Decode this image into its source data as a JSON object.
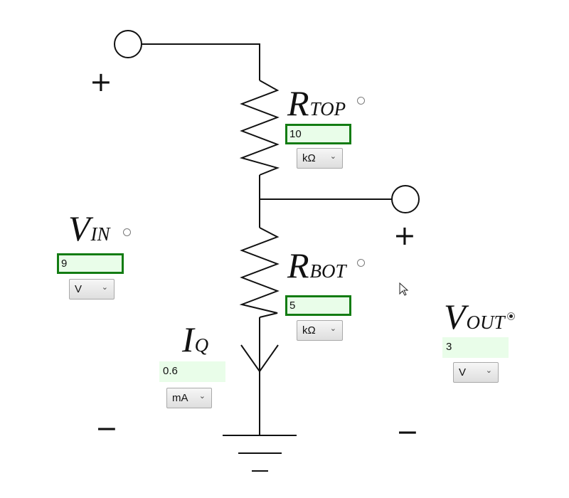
{
  "rtop": {
    "symbol": "R",
    "subscript": "TOP",
    "value": "10",
    "unit": "kΩ",
    "selected": false
  },
  "rbot": {
    "symbol": "R",
    "subscript": "BOT",
    "value": "5",
    "unit": "kΩ",
    "selected": false
  },
  "vin": {
    "symbol": "V",
    "subscript": "IN",
    "value": "9",
    "unit": "V",
    "selected": false
  },
  "vout": {
    "symbol": "V",
    "subscript": "OUT",
    "value": "3",
    "unit": "V",
    "selected": true
  },
  "iq": {
    "symbol": "I",
    "subscript": "Q",
    "value": "0.6",
    "unit": "mA"
  },
  "signs": {
    "plus": "+",
    "minus": "−"
  },
  "icons": {
    "chevron": "chevron-down-icon",
    "cursor": "mouse-pointer-icon"
  }
}
